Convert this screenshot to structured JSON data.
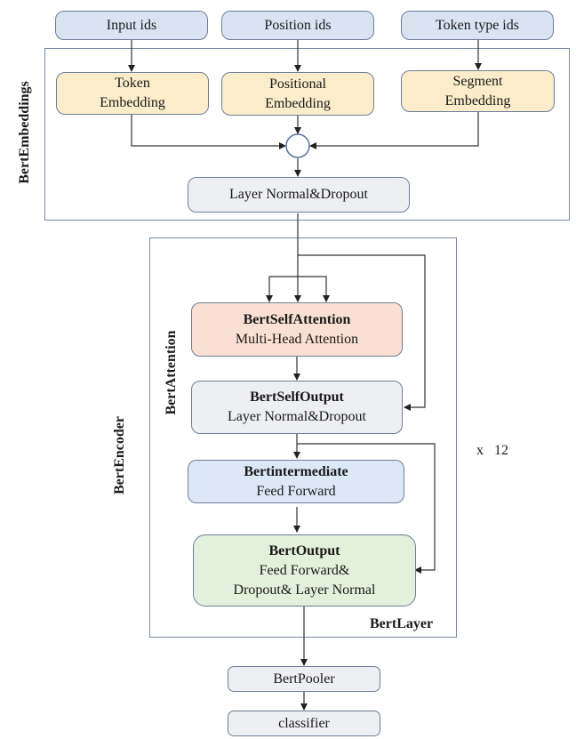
{
  "inputs": {
    "input_ids": "Input ids",
    "position_ids": "Position ids",
    "token_type_ids": "Token type ids"
  },
  "embeddings": {
    "group_label": "BertEmbeddings",
    "token": [
      "Token",
      "Embedding"
    ],
    "positional": [
      "Positional",
      "Embedding"
    ],
    "segment": [
      "Segment",
      "Embedding"
    ],
    "sum_symbol": "⊕",
    "norm_dropout": "Layer Normal&Dropout"
  },
  "encoder": {
    "group_label": "BertEncoder",
    "attention_label": "BertAttention",
    "layer_label": "BertLayer",
    "repeat": "x   12",
    "self_attention": {
      "title": "BertSelfAttention",
      "subtitle": "Multi-Head Attention"
    },
    "self_output": {
      "title": "BertSelfOutput",
      "subtitle": "Layer Normal&Dropout"
    },
    "intermediate": {
      "title": "Bertintermediate",
      "subtitle": "Feed Forward"
    },
    "output": {
      "title": "BertOutput",
      "subtitle1": "Feed Forward&",
      "subtitle2": "Dropout& Layer Normal"
    }
  },
  "head": {
    "pooler": "BertPooler",
    "classifier": "classifier"
  },
  "colors": {
    "input_fill": "#dae3f1",
    "embedding_fill": "#fbedc9",
    "norm_fill": "#eeeff2",
    "attention_fill": "#f9e0d2",
    "intermediate_fill": "#dce8f6",
    "output_fill": "#e3f0db",
    "border": "#6f7f98"
  }
}
